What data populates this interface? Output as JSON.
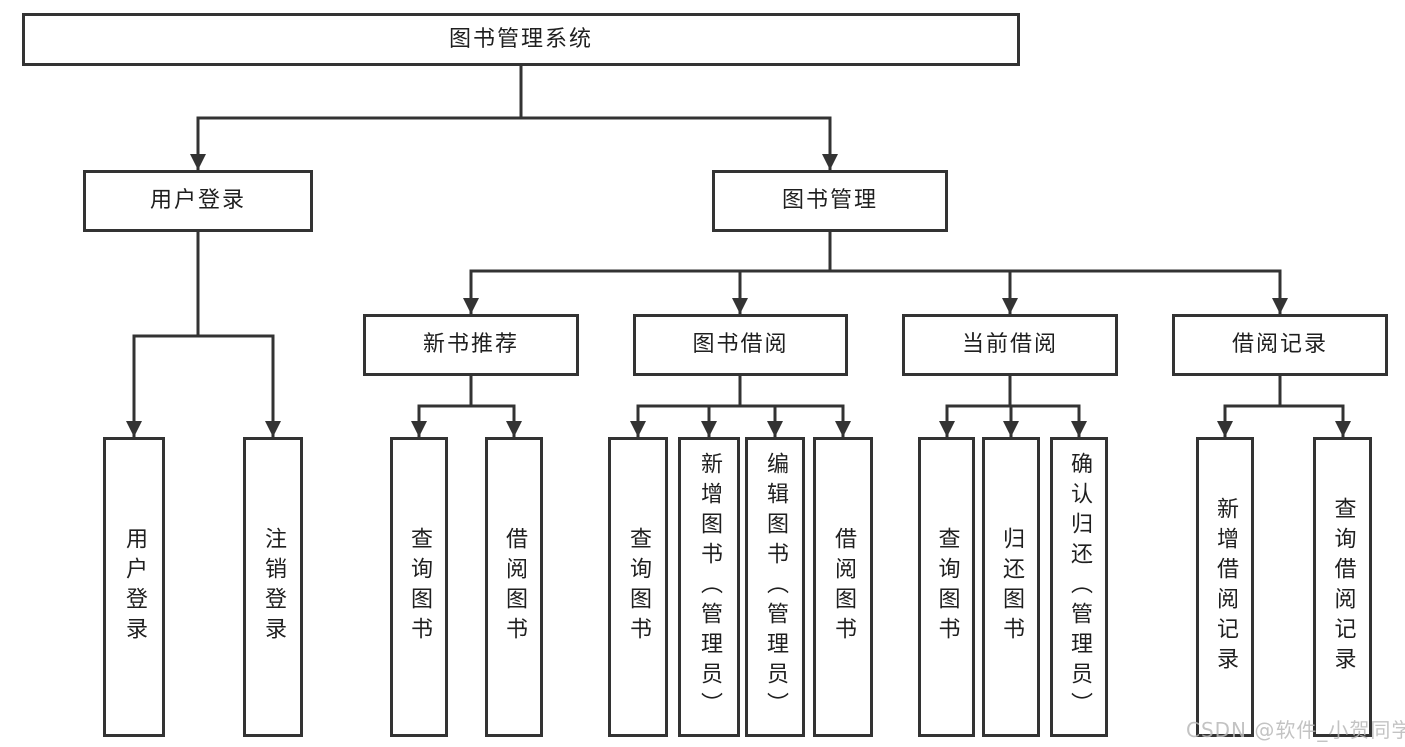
{
  "diagram": {
    "root": {
      "label": "图书管理系统"
    },
    "user_login": {
      "label": "用户登录",
      "children": [
        {
          "label": "用户登录"
        },
        {
          "label": "注销登录"
        }
      ]
    },
    "book_management": {
      "label": "图书管理",
      "sections": [
        {
          "label": "新书推荐",
          "children": [
            {
              "label": "查询图书"
            },
            {
              "label": "借阅图书"
            }
          ]
        },
        {
          "label": "图书借阅",
          "children": [
            {
              "label": "查询图书"
            },
            {
              "label": "新增图书（管理员）"
            },
            {
              "label": "编辑图书（管理员）"
            },
            {
              "label": "借阅图书"
            }
          ]
        },
        {
          "label": "当前借阅",
          "children": [
            {
              "label": "查询图书"
            },
            {
              "label": "归还图书"
            },
            {
              "label": "确认归还（管理员）"
            }
          ]
        },
        {
          "label": "借阅记录",
          "children": [
            {
              "label": "新增借阅记录"
            },
            {
              "label": "查询借阅记录"
            }
          ]
        }
      ]
    }
  },
  "watermark": {
    "text": "CSDN @软件_小贺同学"
  },
  "colors": {
    "line": "#333333",
    "border": "#333333",
    "text": "#1f1f1f",
    "background": "#ffffff",
    "watermark": "#b9b9b9"
  }
}
